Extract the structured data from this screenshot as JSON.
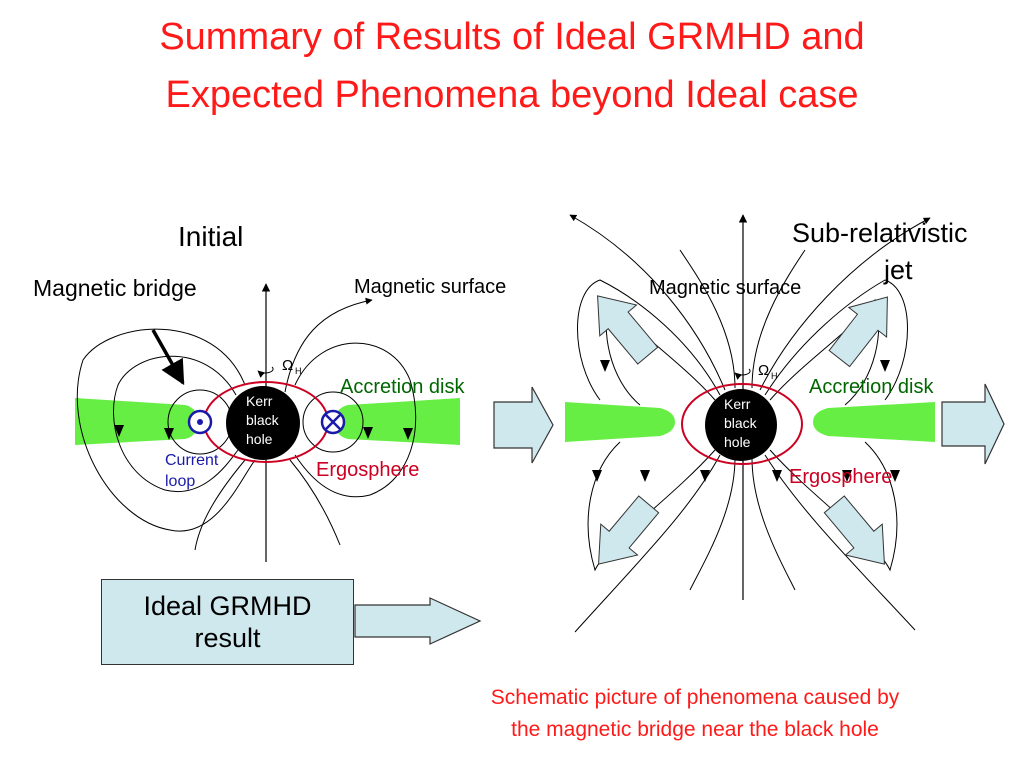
{
  "title": {
    "line1": "Summary of Results of Ideal GRMHD and",
    "line2": "Expected Phenomena beyond Ideal case"
  },
  "left": {
    "initial": "Initial",
    "magnetic_bridge": "Magnetic bridge",
    "magnetic_surface": "Magnetic surface",
    "omega": "Ω",
    "omega_sub": "H",
    "accretion_disk": "Accretion disk",
    "kerr": [
      "Kerr",
      "black",
      "hole"
    ],
    "current_loop": [
      "Current",
      "loop"
    ],
    "ergosphere": "Ergosphere"
  },
  "right": {
    "jet": [
      "Sub-relativistic",
      "jet"
    ],
    "magnetic_surface": "Magnetic surface",
    "omega": "Ω",
    "omega_sub": "H",
    "accretion_disk": "Accretion disk",
    "kerr": [
      "Kerr",
      "black",
      "hole"
    ],
    "ergosphere": "Ergosphere"
  },
  "result_box": [
    "Ideal GRMHD",
    "result"
  ],
  "caption": [
    "Schematic picture of phenomena caused by",
    "the magnetic bridge near the black hole"
  ],
  "colors": {
    "title": "#ff1a1a",
    "disk": "#66ee44",
    "arrow_fill": "#cfe8ee",
    "ergosphere": "#cc0022",
    "label_green": "#006600",
    "label_blue": "#1a1aaa"
  }
}
